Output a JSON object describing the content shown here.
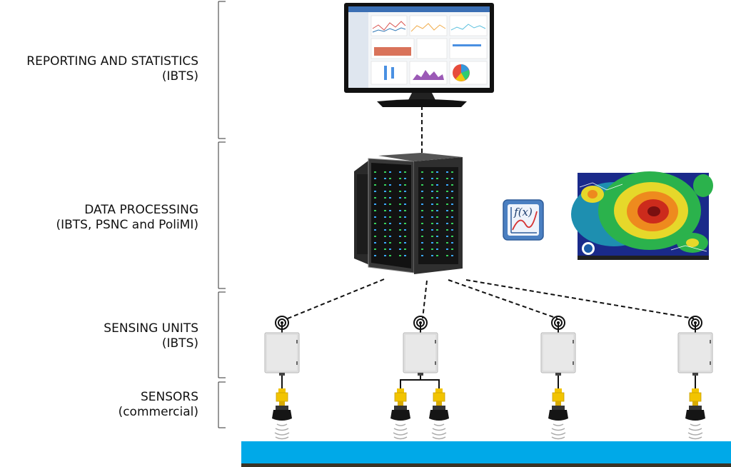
{
  "layers": {
    "reporting": {
      "line1": "REPORTING AND STATISTICS",
      "line2": "(IBTS)"
    },
    "processing": {
      "line1": "DATA PROCESSING",
      "line2": "(IBTS, PSNC and PoliMI)"
    },
    "sensing": {
      "line1": "SENSING UNITS",
      "line2": "(IBTS)"
    },
    "sensors": {
      "line1": "SENSORS",
      "line2": "(commercial)"
    }
  },
  "function_icon": {
    "text": "f(x)"
  },
  "colors": {
    "water": "#00a9e8",
    "ground": "#3a3324",
    "sensor_yellow": "#f2c400",
    "enclosure": "#e6e6e6",
    "server_led_green": "#36d05a",
    "server_led_blue": "#3aa8ff"
  }
}
